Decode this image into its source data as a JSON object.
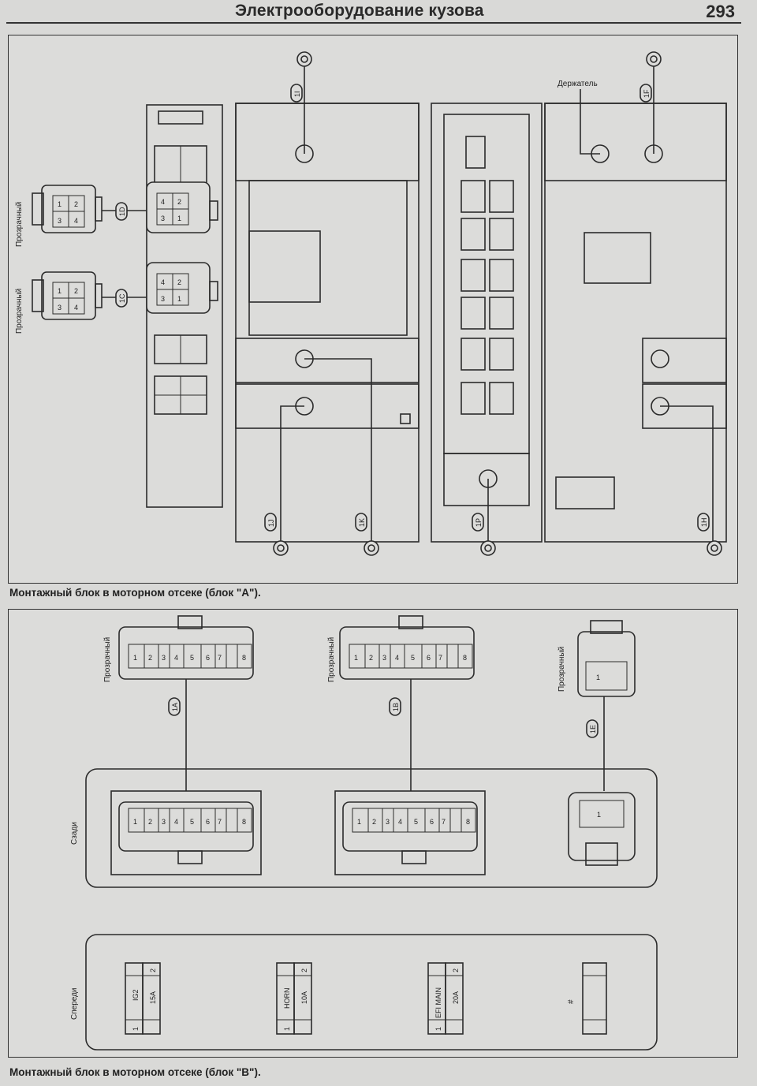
{
  "header": {
    "title": "Электрооборудование кузова",
    "page_number": "293"
  },
  "block_a": {
    "caption": "Монтажный блок в моторном отсеке (блок \"А\").",
    "holder_label": "Держатель",
    "transparent_label": "Прозрачный",
    "connectors": {
      "c1D": "1D",
      "c1C": "1C",
      "c1I": "1I",
      "c1F": "1F",
      "c1J": "1J",
      "c1K": "1K",
      "c1P": "1P",
      "c1H": "1H"
    }
  },
  "block_b": {
    "caption": "Монтажный блок в моторном отсеке (блок \"В\").",
    "transparent_label": "Прозрачный",
    "rear_label": "Сзади",
    "front_label": "Спереди",
    "connectors": {
      "c1A": "1A",
      "c1B": "1B",
      "c1E": "1E"
    },
    "fuses": [
      {
        "name": "IG2",
        "rating": "15A",
        "pin1": "1",
        "pin2": "2"
      },
      {
        "name": "HORN",
        "rating": "10A",
        "pin1": "1",
        "pin2": "2"
      },
      {
        "name": "EFI MAIN",
        "rating": "20A",
        "pin1": "1",
        "pin2": "2"
      },
      {
        "name": "#"
      }
    ]
  },
  "pins": {
    "p1": "1",
    "p2": "2",
    "p3": "3",
    "p4": "4",
    "p5": "5",
    "p6": "6",
    "p7": "7",
    "p8": "8"
  }
}
